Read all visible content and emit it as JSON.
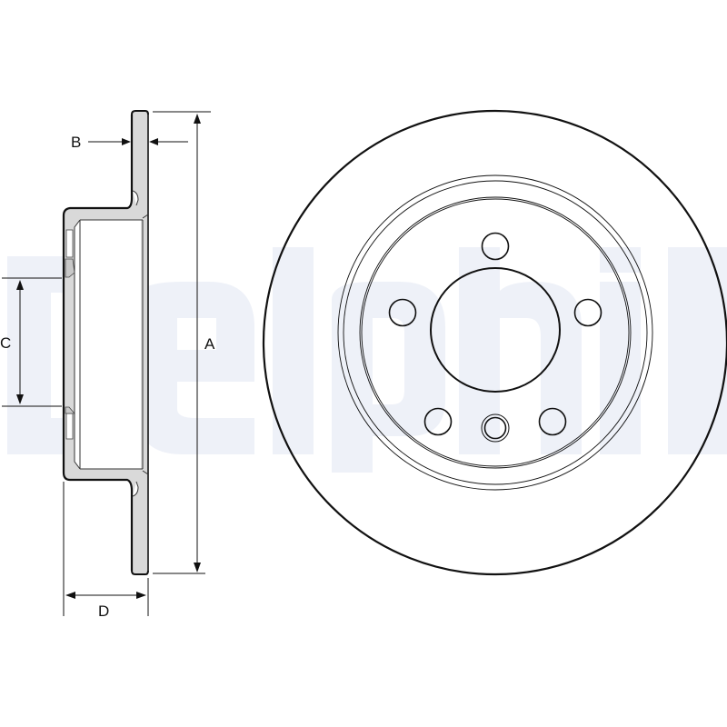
{
  "drawing": {
    "subject": "Brake disc technical drawing",
    "watermark_text": "Delphi",
    "colors": {
      "line": "#111111",
      "section_fill": "#d9d9d9",
      "watermark": "#eef1f8",
      "background": "#ffffff"
    }
  },
  "dimensions": {
    "A": "A",
    "B": "B",
    "C": "C",
    "D": "D"
  },
  "face_view": {
    "bolt_holes": 5,
    "locating_holes": 1,
    "has_center_bore": true
  }
}
